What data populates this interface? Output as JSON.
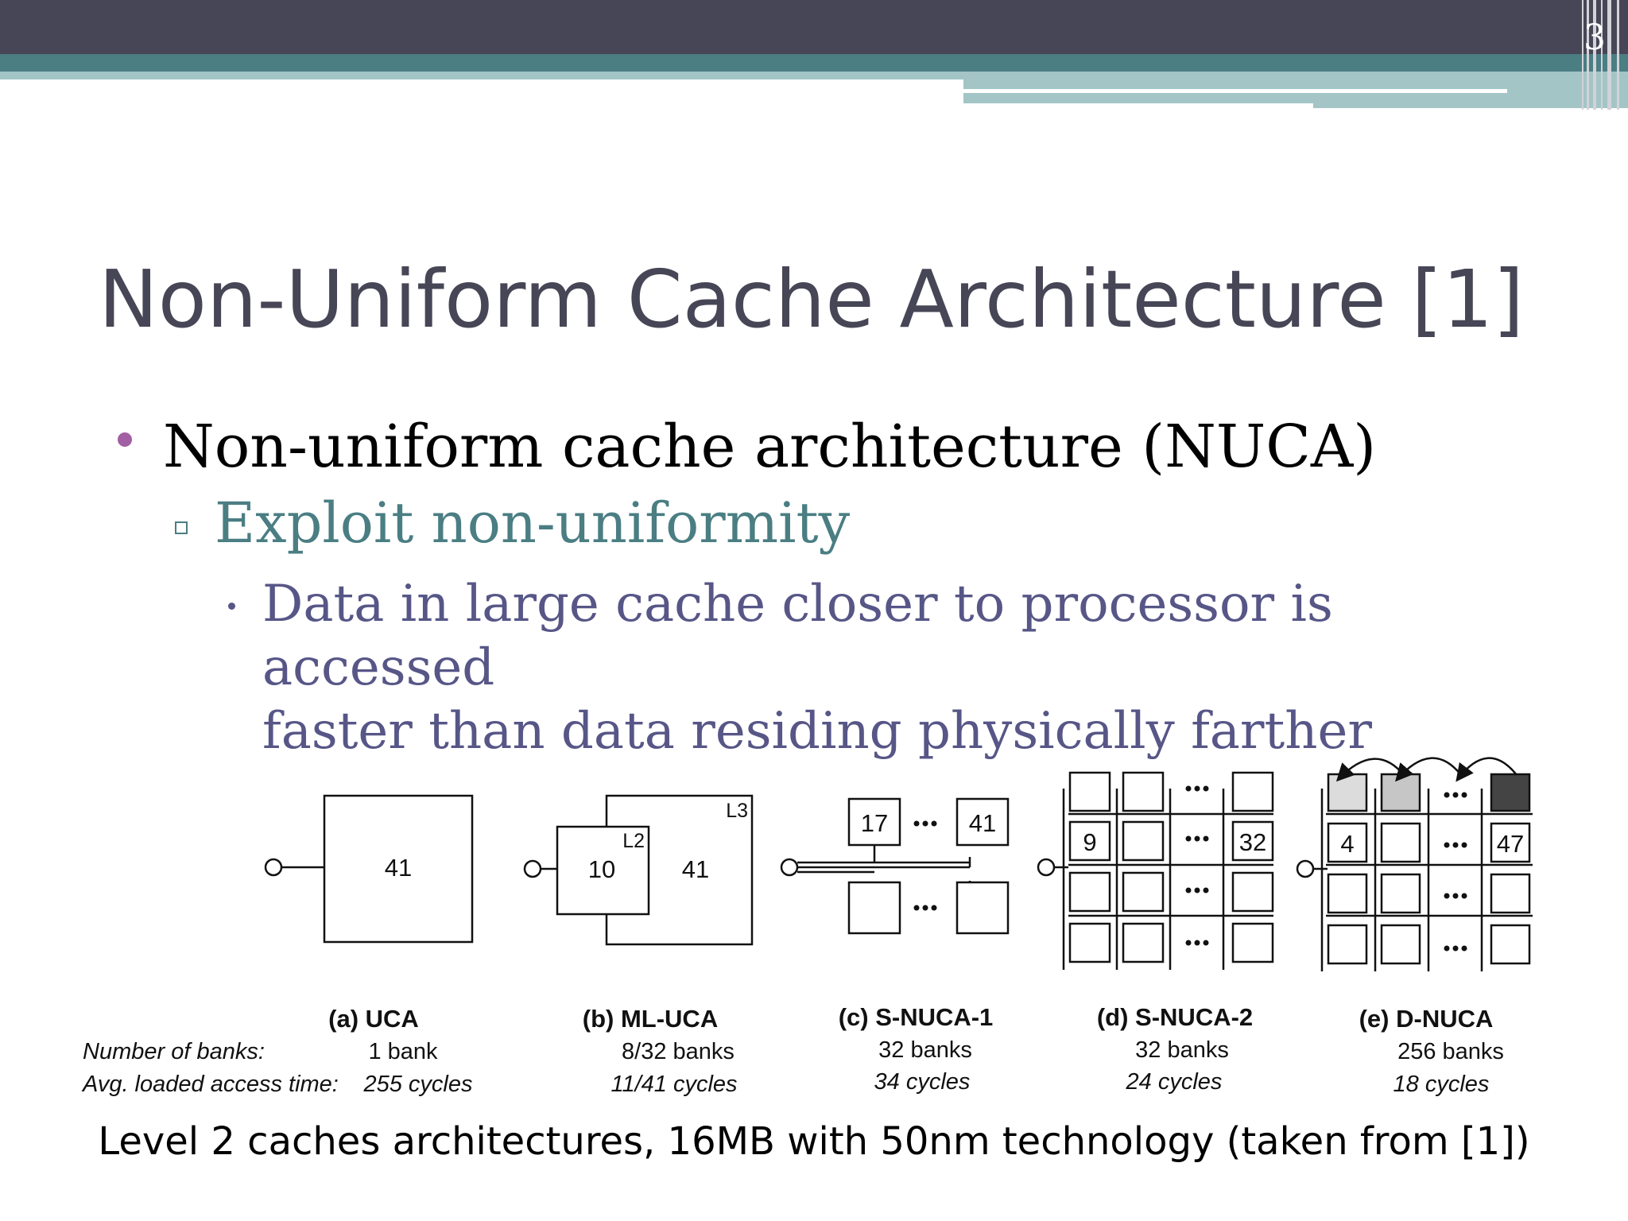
{
  "page_number": "3",
  "title": "Non-Uniform Cache Architecture [1]",
  "bullets": {
    "level1": "Non-uniform cache architecture (NUCA)",
    "level2": "Exploit non-uniformity",
    "level3_line1": "Data in large cache closer to processor is accessed",
    "level3_line2": "faster than data residing physically farther"
  },
  "figure": {
    "row_labels": {
      "banks": "Number of banks:",
      "time": "Avg. loaded access time:"
    },
    "panels": [
      {
        "label": "(a) UCA",
        "banks": "1 bank",
        "cycles": "255 cycles",
        "values": [
          "41"
        ]
      },
      {
        "label": "(b) ML-UCA",
        "banks": "8/32 banks",
        "cycles": "11/41 cycles",
        "values": [
          "10",
          "41"
        ],
        "tags": [
          "L2",
          "L3"
        ]
      },
      {
        "label": "(c) S-NUCA-1",
        "banks": "32 banks",
        "cycles": "34 cycles",
        "values": [
          "17",
          "41"
        ]
      },
      {
        "label": "(d) S-NUCA-2",
        "banks": "32 banks",
        "cycles": "24 cycles",
        "values": [
          "9",
          "32"
        ]
      },
      {
        "label": "(e) D-NUCA",
        "banks": "256 banks",
        "cycles": "18 cycles",
        "values": [
          "4",
          "47"
        ]
      }
    ]
  },
  "caption": "Level 2 caches architectures, 16MB with 50nm technology (taken from [1])",
  "colors": {
    "dark_bar": "#474656",
    "teal": "#4a7e83",
    "light_teal": "#a3c5c6",
    "bullet_dot": "#a35fa3",
    "level3_text": "#575687"
  }
}
